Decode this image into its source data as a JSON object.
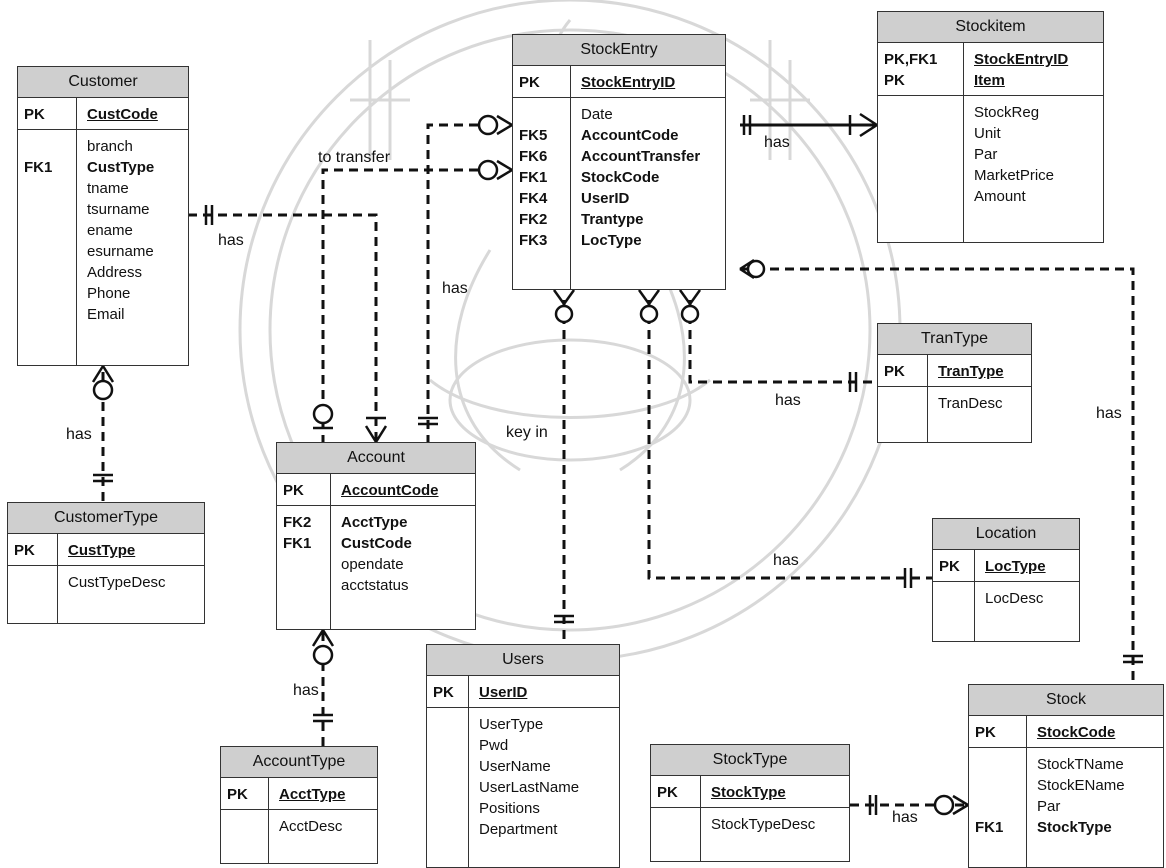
{
  "entities": {
    "customer": {
      "title": "Customer",
      "pk": {
        "keys": [
          "PK"
        ],
        "fields": [
          "CustCode"
        ]
      },
      "attrs": {
        "keys": [
          "",
          "FK1",
          "",
          "",
          "",
          "",
          "",
          "",
          ""
        ],
        "fields": [
          "branch",
          "CustType",
          "tname",
          "tsurname",
          "ename",
          "esurname",
          "Address",
          "Phone",
          "Email"
        ]
      }
    },
    "customertype": {
      "title": "CustomerType",
      "pk": {
        "keys": [
          "PK"
        ],
        "fields": [
          "CustType"
        ]
      },
      "attrs": {
        "keys": [
          ""
        ],
        "fields": [
          "CustTypeDesc"
        ]
      }
    },
    "account": {
      "title": "Account",
      "pk": {
        "keys": [
          "PK"
        ],
        "fields": [
          "AccountCode"
        ]
      },
      "attrs": {
        "keys": [
          "FK2",
          "FK1",
          "",
          ""
        ],
        "fields": [
          "AcctType",
          "CustCode",
          "opendate",
          "acctstatus"
        ]
      }
    },
    "accounttype": {
      "title": "AccountType",
      "pk": {
        "keys": [
          "PK"
        ],
        "fields": [
          "AcctType"
        ]
      },
      "attrs": {
        "keys": [
          ""
        ],
        "fields": [
          "AcctDesc"
        ]
      }
    },
    "stockentry": {
      "title": "StockEntry",
      "pk": {
        "keys": [
          "PK"
        ],
        "fields": [
          "StockEntryID"
        ]
      },
      "attrs": {
        "keys": [
          "",
          "FK5",
          "FK6",
          "FK1",
          "FK4",
          "FK2",
          "FK3"
        ],
        "fields": [
          "Date",
          "AccountCode",
          "AccountTransfer",
          "StockCode",
          "UserID",
          "Trantype",
          "LocType"
        ]
      }
    },
    "stockitem": {
      "title": "Stockitem",
      "pk": {
        "keys": [
          "PK,FK1",
          "PK"
        ],
        "fields": [
          "StockEntryID",
          "Item"
        ]
      },
      "attrs": {
        "keys": [
          "",
          "",
          "",
          "",
          ""
        ],
        "fields": [
          "StockReg",
          "Unit",
          "Par",
          "MarketPrice",
          "Amount"
        ]
      }
    },
    "trantype": {
      "title": "TranType",
      "pk": {
        "keys": [
          "PK"
        ],
        "fields": [
          "TranType"
        ]
      },
      "attrs": {
        "keys": [
          ""
        ],
        "fields": [
          "TranDesc"
        ]
      }
    },
    "location": {
      "title": "Location",
      "pk": {
        "keys": [
          "PK"
        ],
        "fields": [
          "LocType"
        ]
      },
      "attrs": {
        "keys": [
          ""
        ],
        "fields": [
          "LocDesc"
        ]
      }
    },
    "users": {
      "title": "Users",
      "pk": {
        "keys": [
          "PK"
        ],
        "fields": [
          "UserID"
        ]
      },
      "attrs": {
        "keys": [
          "",
          "",
          "",
          "",
          "",
          ""
        ],
        "fields": [
          "UserType",
          "Pwd",
          "UserName",
          "UserLastName",
          "Positions",
          "Department"
        ]
      }
    },
    "stocktype": {
      "title": "StockType",
      "pk": {
        "keys": [
          "PK"
        ],
        "fields": [
          "StockType"
        ]
      },
      "attrs": {
        "keys": [
          ""
        ],
        "fields": [
          "StockTypeDesc"
        ]
      }
    },
    "stock": {
      "title": "Stock",
      "pk": {
        "keys": [
          "PK"
        ],
        "fields": [
          "StockCode"
        ]
      },
      "attrs": {
        "keys": [
          "",
          "",
          "",
          "FK1"
        ],
        "fields": [
          "StockTName",
          "StockEName",
          "Par",
          "StockType"
        ]
      }
    }
  },
  "relationship_labels": {
    "to_transfer": "to transfer",
    "has_customer_account": "has",
    "has_account_stockentry": "has",
    "has_stockentry_stockitem": "has",
    "has_customer_customertype": "has",
    "has_account_accounttype": "has",
    "key_in": "key in",
    "has_trantype": "has",
    "has_location": "has",
    "has_stock": "has",
    "has_stocktype": "has"
  },
  "colors": {
    "header_fill": "#cfcfcf",
    "border": "#333333",
    "line": "#111111",
    "watermark": "#d6d6d6"
  }
}
